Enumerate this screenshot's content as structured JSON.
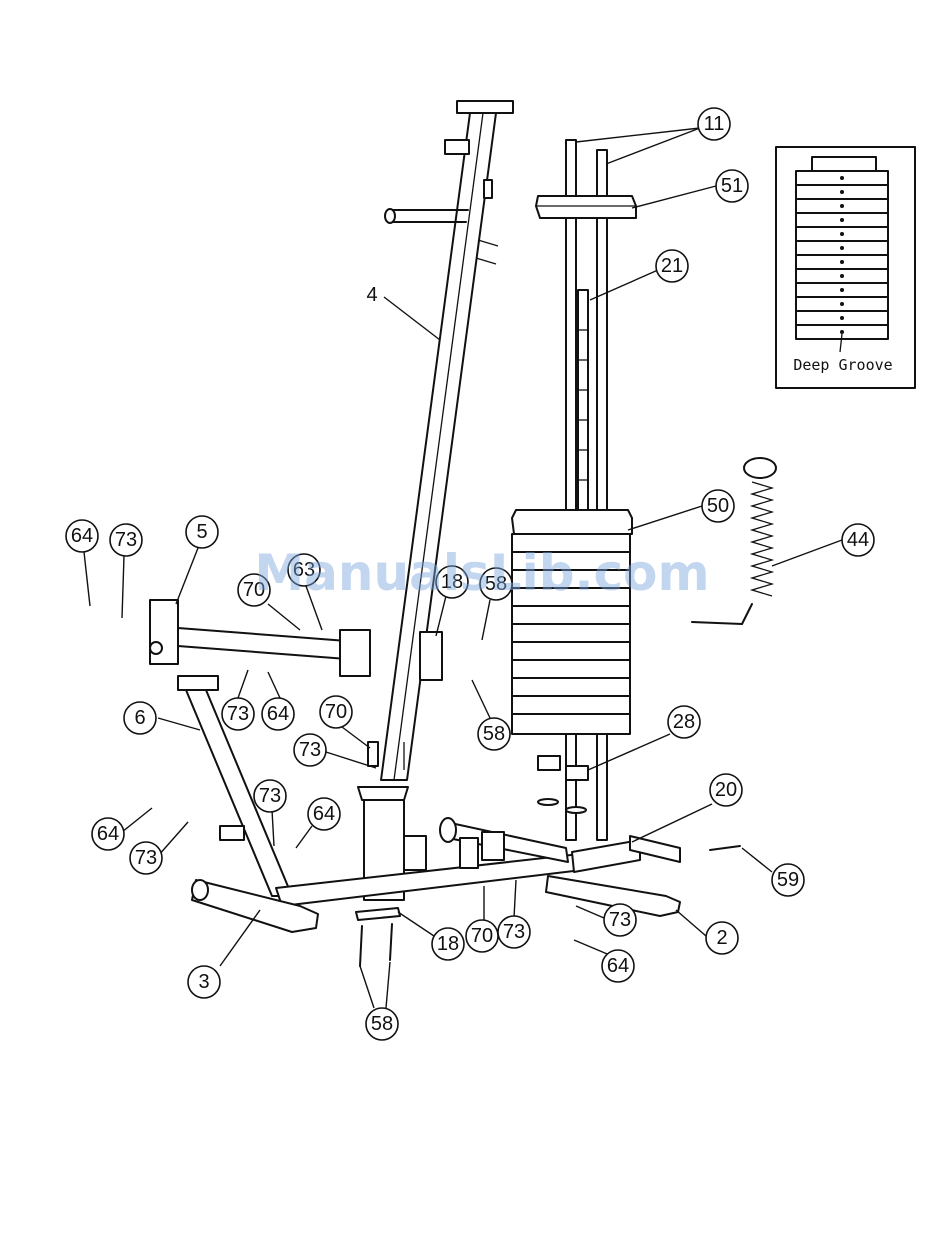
{
  "diagram": {
    "inset_caption": "Deep Groove",
    "watermark": "ManualsLib.com",
    "callouts": [
      {
        "key": "c11",
        "label": "11"
      },
      {
        "key": "c51",
        "label": "51"
      },
      {
        "key": "c21",
        "label": "21"
      },
      {
        "key": "c4",
        "label": "4"
      },
      {
        "key": "c50",
        "label": "50"
      },
      {
        "key": "c44",
        "label": "44"
      },
      {
        "key": "c64a",
        "label": "64"
      },
      {
        "key": "c73a",
        "label": "73"
      },
      {
        "key": "c5",
        "label": "5"
      },
      {
        "key": "c70a",
        "label": "70"
      },
      {
        "key": "c63",
        "label": "63"
      },
      {
        "key": "c18a",
        "label": "18"
      },
      {
        "key": "c58a",
        "label": "58"
      },
      {
        "key": "c58b",
        "label": "58"
      },
      {
        "key": "c73b",
        "label": "73"
      },
      {
        "key": "c64b",
        "label": "64"
      },
      {
        "key": "c6",
        "label": "6"
      },
      {
        "key": "c70b",
        "label": "70"
      },
      {
        "key": "c73c",
        "label": "73"
      },
      {
        "key": "c28",
        "label": "28"
      },
      {
        "key": "c20",
        "label": "20"
      },
      {
        "key": "c73d",
        "label": "73"
      },
      {
        "key": "c64c",
        "label": "64"
      },
      {
        "key": "c64d",
        "label": "64"
      },
      {
        "key": "c73e",
        "label": "73"
      },
      {
        "key": "c59",
        "label": "59"
      },
      {
        "key": "c18b",
        "label": "18"
      },
      {
        "key": "c70c",
        "label": "70"
      },
      {
        "key": "c73f",
        "label": "73"
      },
      {
        "key": "c73g",
        "label": "73"
      },
      {
        "key": "c2",
        "label": "2"
      },
      {
        "key": "c3",
        "label": "3"
      },
      {
        "key": "c64e",
        "label": "64"
      },
      {
        "key": "c58c",
        "label": "58"
      }
    ]
  }
}
